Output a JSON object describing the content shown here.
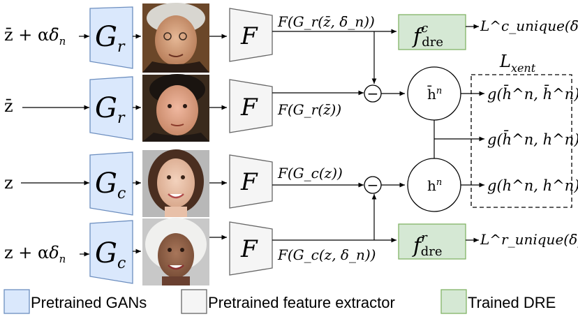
{
  "colors": {
    "gan_fill": "#dae8fc",
    "gan_stroke": "#6c8ebf",
    "extractor_fill": "#f5f5f5",
    "extractor_stroke": "#666666",
    "dre_fill": "#d5e8d4",
    "dre_stroke": "#82b366"
  },
  "rows": [
    {
      "input_main": "z̄ + α",
      "input_italic": "δ̄",
      "input_sub": "n",
      "gan_letter": "G",
      "gan_sub": "r",
      "face": "face-elderly-man-painting",
      "feature_label": "F(G_r(z̄, δ̄_n))"
    },
    {
      "input_main": "z̄",
      "input_italic": "",
      "input_sub": "",
      "gan_letter": "G",
      "gan_sub": "r",
      "face": "face-man-dark-hair-painting",
      "feature_label": "F(G_r(z̄))"
    },
    {
      "input_main": "z",
      "input_italic": "",
      "input_sub": "",
      "gan_letter": "G",
      "gan_sub": "c",
      "face": "face-young-woman-photo",
      "feature_label": "F(G_c(z))"
    },
    {
      "input_main": "z + α",
      "input_italic": "δ",
      "input_sub": "n",
      "gan_letter": "G",
      "gan_sub": "c",
      "face": "face-woman-white-hair-photo",
      "feature_label": "F(G_c(z, δ_n))"
    }
  ],
  "extractor_symbol": "F",
  "dre": {
    "top": {
      "label": "f",
      "sup": "c",
      "sub": "dre",
      "output": "L^c_unique(δ̄_n)"
    },
    "bottom": {
      "label": "f",
      "sup": "r",
      "sub": "dre",
      "output": "L^r_unique(δ̄_n)"
    }
  },
  "minus_symbol": "−",
  "nodes": {
    "top": {
      "main": "h̄",
      "sup": "n"
    },
    "bottom": {
      "main": "h",
      "sup": "n"
    }
  },
  "xent": {
    "label": "L",
    "sub": "xent"
  },
  "outputs": [
    "g(h̄^n, h̄^n)",
    "g(h̄^n, h^n)",
    "g(h^n, h^n)"
  ],
  "legend": [
    {
      "label": "Pretrained GANs",
      "color_key": "gan"
    },
    {
      "label": "Pretrained feature extractor",
      "color_key": "extractor"
    },
    {
      "label": "Trained DRE",
      "color_key": "dre"
    }
  ]
}
